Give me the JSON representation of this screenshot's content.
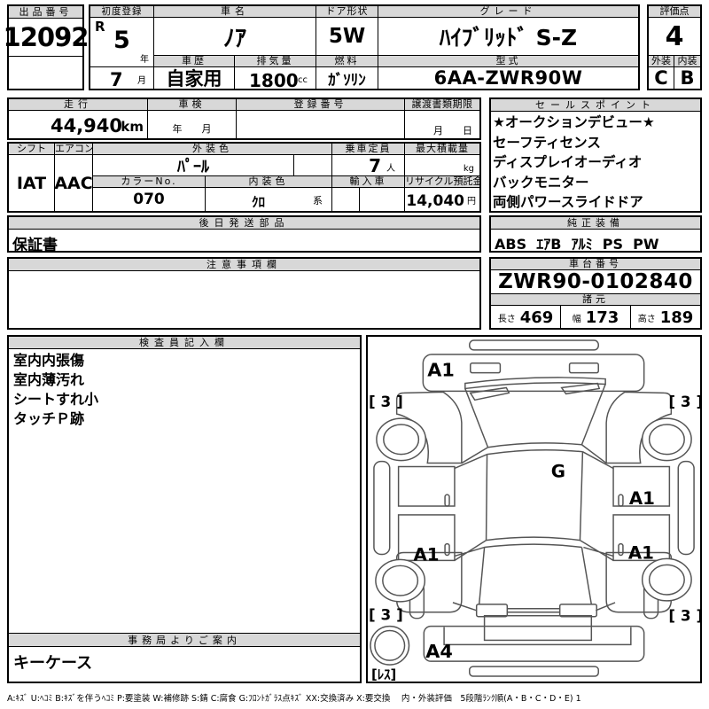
{
  "header": {
    "auction_no_label": "出品番号",
    "auction_no": "12092",
    "first_reg_label": "初度登録",
    "first_reg_era": "R",
    "first_reg_year": "5",
    "year_suffix": "年",
    "first_reg_month": "7",
    "month_suffix": "月",
    "car_name_label": "車名",
    "car_name": "ﾉｱ",
    "door_label": "ドア形状",
    "door": "5W",
    "grade_label": "グレード",
    "grade": "ﾊｲﾌﾞﾘｯﾄﾞ S-Z",
    "history_label": "車歴",
    "history": "自家用",
    "displacement_label": "排気量",
    "displacement": "1800",
    "displacement_unit": "cc",
    "fuel_label": "燃料",
    "fuel": "ｶﾞｿﾘﾝ",
    "model_code_label": "型式",
    "model_code": "6AA-ZWR90W",
    "score_label": "評価点",
    "score": "4",
    "exterior_label": "外装",
    "exterior_grade": "C",
    "interior_label": "内装",
    "interior_grade": "B"
  },
  "row2": {
    "mileage_label": "走行",
    "mileage": "44,940",
    "mileage_unit": "km",
    "shaken_label": "車検",
    "shaken_placeholder": "年　　月",
    "reg_no_label": "登録番号",
    "transfer_label": "譲渡書類期限",
    "transfer_placeholder": "月　　日"
  },
  "row3": {
    "shift_label": "シフト",
    "shift": "IAT",
    "ac_label": "エアコン",
    "ac": "AAC",
    "ext_color_label": "外装色",
    "ext_color": "ﾊﾟｰﾙ",
    "color_no_label": "カラーNo.",
    "color_no": "070",
    "int_color_label": "内装色",
    "int_color": "ｸﾛ",
    "int_color_suffix": "系",
    "capacity_label": "乗車定員",
    "capacity": "7",
    "capacity_unit": "人",
    "payload_label": "最大積載量",
    "payload_unit": "kg",
    "import_label": "輸入車",
    "recycle_label": "リサイクル預託金",
    "recycle": "14,040",
    "recycle_unit": "円"
  },
  "later_parts": {
    "label": "後日発送部品",
    "value": "保証書"
  },
  "sales_points": {
    "label": "セールスポイント",
    "items": [
      "★オークションデビュー★",
      "セーフティセンス",
      "ディスプレイオーディオ",
      "バックモニター",
      "両側パワースライドドア"
    ]
  },
  "equipment": {
    "label": "純正装備",
    "value": "ABS  ｴｱB  ｱﾙﾐ  PS  PW"
  },
  "notes": {
    "label": "注意事項欄",
    "value": ""
  },
  "chassis": {
    "label": "車台番号",
    "value": "ZWR90-0102840"
  },
  "dimensions": {
    "label": "諸元",
    "length_label": "長さ",
    "length": "469",
    "width_label": "幅",
    "width": "173",
    "height_label": "高さ",
    "height": "189"
  },
  "inspector": {
    "label": "検査員記入欄",
    "items": [
      "室内内張傷",
      "室内薄汚れ",
      "シートすれ小",
      "タッチＰ跡"
    ]
  },
  "office": {
    "label": "事務局よりご案内",
    "value": "キーケース"
  },
  "diagram": {
    "hood_mark": "A1",
    "windshield_mark": "G",
    "front_left_wheel_mark": "[ 3 ]",
    "front_right_wheel_mark": "[ 3 ]",
    "rear_left_wheel_mark": "[ 3 ]",
    "rear_right_wheel_mark": "[ 3 ]",
    "front_right_door_mark": "A1",
    "rear_left_door_mark": "A1",
    "rear_right_door_mark": "A1",
    "tailgate_mark": "A4",
    "spare_tire_mark": "[ﾚｽ]"
  },
  "legend": "A:ｷｽﾞ U:ﾍｺﾐ B:ｷｽﾞを伴うﾍｺﾐ P:要塗装 W:補修跡 S:錆 C:腐食 G:ﾌﾛﾝﾄｶﾞﾗｽ点ｷｽﾞ XX:交換済み X:要交換　 内・外装評価　5段階ﾗﾝｸ順(A・B・C・D・E) 1",
  "colors": {
    "header_gray": "#d8d8d8",
    "line_black": "#000000",
    "diagram_gray": "#555555"
  }
}
